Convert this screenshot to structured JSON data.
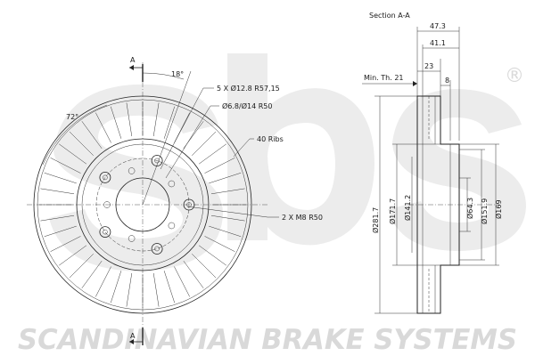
{
  "watermark": {
    "logo_letters": "sbs",
    "registered_mark": "®",
    "footer_text": "SCANDINAVIAN BRAKE SYSTEMS",
    "logo_color": "#e3e3e3"
  },
  "front_view": {
    "section_marker": "A",
    "angle_bolt": "18°",
    "angle_vent": "72°",
    "callouts": {
      "bolt_holes": "5 X Ø12.8 R57,15",
      "hub_holes": "Ø6.8/Ø14 R50",
      "ribs": "40 Ribs",
      "threads": "2 X M8 R50"
    }
  },
  "section_view": {
    "title": "Section A-A",
    "min_thickness_label": "Min. Th. 21",
    "dims_horizontal": [
      "47.3",
      "41.1",
      "23",
      "8"
    ],
    "dims_vertical_left": [
      "Ø281.7",
      "Ø171.7",
      "Ø141.2"
    ],
    "dims_vertical_right": [
      "Ø64.3",
      "Ø151.9",
      "Ø169"
    ]
  }
}
